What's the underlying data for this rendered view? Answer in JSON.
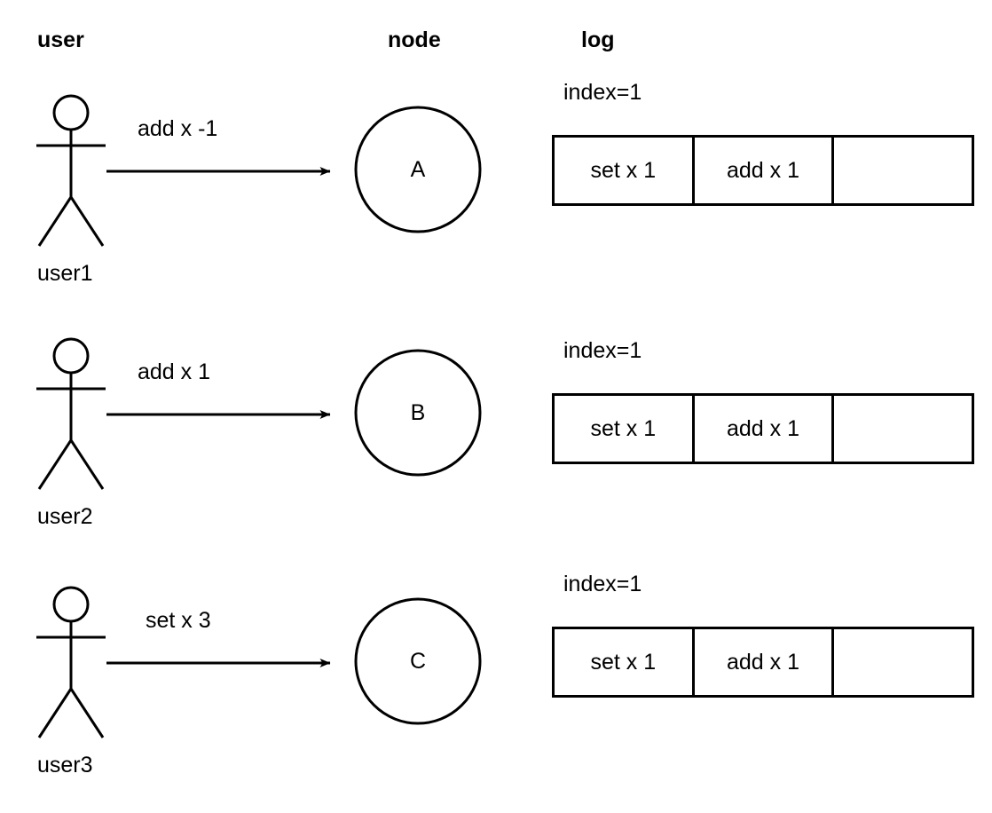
{
  "diagram": {
    "title": "user node log replication diagram",
    "background": "#ffffff",
    "stroke_color": "#000000",
    "columns": [
      {
        "key": "user",
        "label": "user"
      },
      {
        "key": "node",
        "label": "node"
      },
      {
        "key": "log",
        "label": "log"
      }
    ],
    "rows": [
      {
        "actor": {
          "name": "user1",
          "icon": "stick-figure-icon"
        },
        "message": {
          "label": "add x -1",
          "command": "add",
          "variable": "x",
          "value": -1
        },
        "arrow": {
          "icon": "arrow-right-icon",
          "direction": "right"
        },
        "node": {
          "label": "A",
          "shape": "circle"
        },
        "log": {
          "index_label": "index=1",
          "index": 1,
          "entries": [
            "set x 1",
            "add x 1",
            ""
          ]
        }
      },
      {
        "actor": {
          "name": "user2",
          "icon": "stick-figure-icon"
        },
        "message": {
          "label": "add x 1",
          "command": "add",
          "variable": "x",
          "value": 1
        },
        "arrow": {
          "icon": "arrow-right-icon",
          "direction": "right"
        },
        "node": {
          "label": "B",
          "shape": "circle"
        },
        "log": {
          "index_label": "index=1",
          "index": 1,
          "entries": [
            "set x 1",
            "add x 1",
            ""
          ]
        }
      },
      {
        "actor": {
          "name": "user3",
          "icon": "stick-figure-icon"
        },
        "message": {
          "label": "set x 3",
          "command": "set",
          "variable": "x",
          "value": 3
        },
        "arrow": {
          "icon": "arrow-right-icon",
          "direction": "right"
        },
        "node": {
          "label": "C",
          "shape": "circle"
        },
        "log": {
          "index_label": "index=1",
          "index": 1,
          "entries": [
            "set x 1",
            "add x 1",
            ""
          ]
        }
      }
    ]
  }
}
